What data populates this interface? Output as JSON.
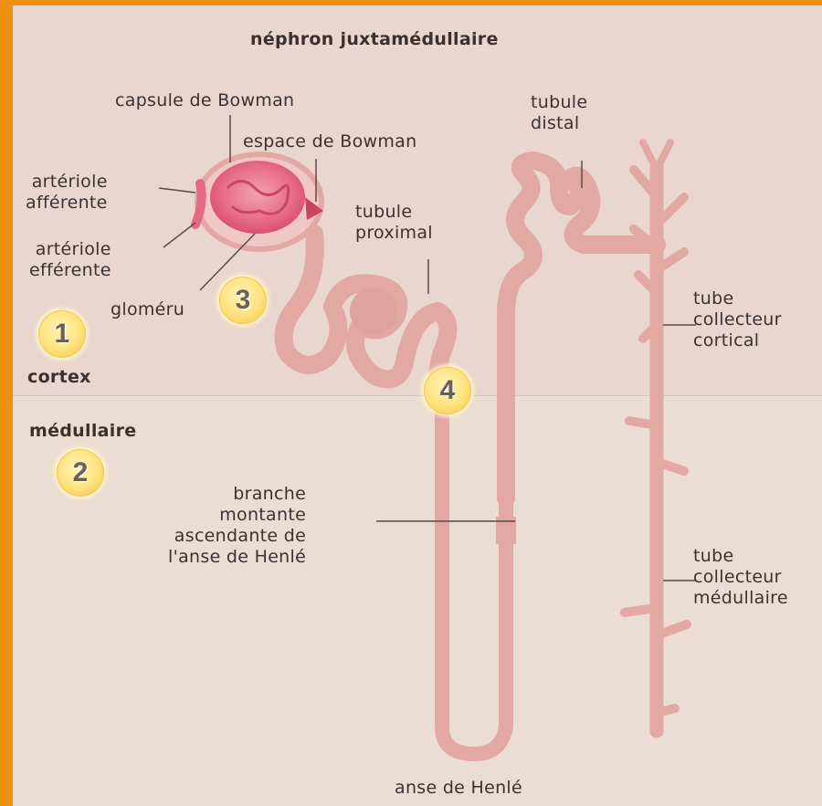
{
  "title": "néphron juxtamédullaire",
  "labels": {
    "capsule_bowman": "capsule de Bowman",
    "espace_bowman": "espace de Bowman",
    "arteriole_afferente": "artériole\nafférente",
    "arteriole_efferente": "artériole\nefférente",
    "glomerule": "gloméru",
    "tubule_distal": "tubule\ndistal",
    "tubule_proximal": "tubule\nproximal",
    "tube_collecteur_cortical": "tube\ncollecteur\ncortical",
    "cortex": "cortex",
    "medullaire": "médullaire",
    "branche_montante": "branche\nmontante\nascendante de\nl'anse de Henlé",
    "tube_collecteur_medullaire": "tube\ncollecteur\nmédullaire",
    "anse_henle": "anse de Henlé"
  },
  "markers": [
    "1",
    "2",
    "3",
    "4"
  ],
  "colors": {
    "frame": "#ee9010",
    "cortex_bg": "#e9d6cf",
    "medulla_bg": "#ecddd4",
    "tubule": "#e2a8a3",
    "glomerulus": "#e76f86",
    "marker_fill": "#fde27a"
  }
}
